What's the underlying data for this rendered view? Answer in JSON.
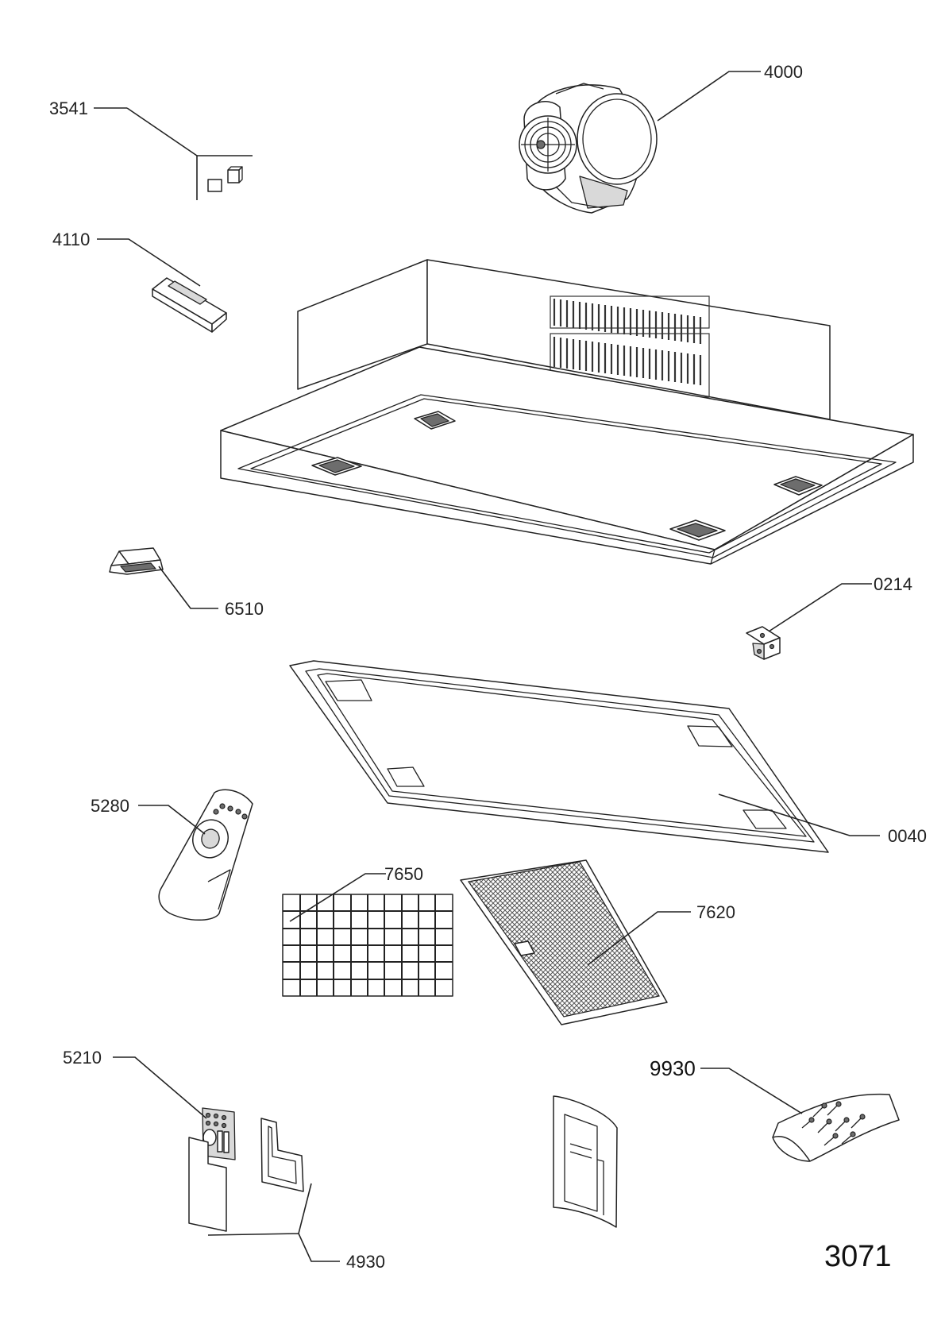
{
  "drawing_number": "3071",
  "parts": {
    "p3541": "3541",
    "p4000": "4000",
    "p4110": "4110",
    "p6510": "6510",
    "p0214": "0214",
    "p5280": "5280",
    "p0040": "0040",
    "p7650": "7650",
    "p7620": "7620",
    "p5210": "5210",
    "p9930": "9930",
    "p4930": "4930"
  }
}
